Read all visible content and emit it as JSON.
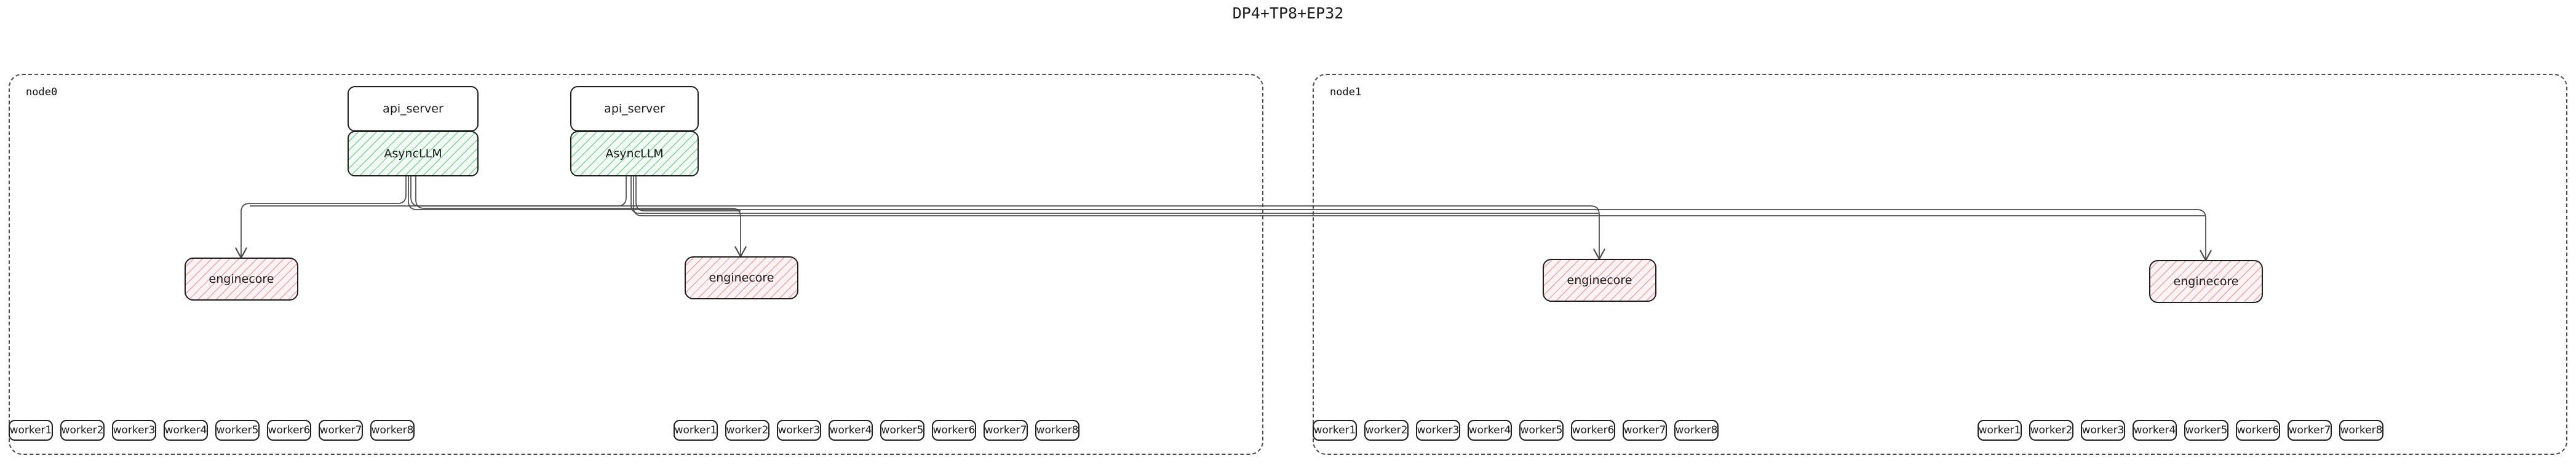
{
  "title": "DP4+TP8+EP32",
  "colors": {
    "asyncllm_fill": "#f2fbf4",
    "asyncllm_hatch": "#7fd09b",
    "enginecore_fill": "#fdf3f4",
    "enginecore_hatch": "#eda3a6",
    "box_stroke": "#1f1f1f",
    "cluster_stroke": "#4d4d4d",
    "edge_stroke": "#4a4a4a",
    "background": "#ffffff"
  },
  "clusters": [
    {
      "id": "node0",
      "label": "node0"
    },
    {
      "id": "node1",
      "label": "node1"
    }
  ],
  "api_servers": [
    {
      "id": "api0",
      "label": "api_server",
      "cluster": "node0"
    },
    {
      "id": "api1",
      "label": "api_server",
      "cluster": "node0"
    }
  ],
  "asyncllms": [
    {
      "id": "async0",
      "label": "AsyncLLM",
      "cluster": "node0"
    },
    {
      "id": "async1",
      "label": "AsyncLLM",
      "cluster": "node0"
    }
  ],
  "enginecores": [
    {
      "id": "ec0",
      "label": "enginecore",
      "cluster": "node0"
    },
    {
      "id": "ec1",
      "label": "enginecore",
      "cluster": "node0"
    },
    {
      "id": "ec2",
      "label": "enginecore",
      "cluster": "node1"
    },
    {
      "id": "ec3",
      "label": "enginecore",
      "cluster": "node1"
    }
  ],
  "worker_groups": [
    {
      "id": "wg0",
      "cluster": "node0",
      "engine": "ec0",
      "workers": [
        "worker1",
        "worker2",
        "worker3",
        "worker4",
        "worker5",
        "worker6",
        "worker7",
        "worker8"
      ]
    },
    {
      "id": "wg1",
      "cluster": "node0",
      "engine": "ec1",
      "workers": [
        "worker1",
        "worker2",
        "worker3",
        "worker4",
        "worker5",
        "worker6",
        "worker7",
        "worker8"
      ]
    },
    {
      "id": "wg2",
      "cluster": "node1",
      "engine": "ec2",
      "workers": [
        "worker1",
        "worker2",
        "worker3",
        "worker4",
        "worker5",
        "worker6",
        "worker7",
        "worker8"
      ]
    },
    {
      "id": "wg3",
      "cluster": "node1",
      "engine": "ec3",
      "workers": [
        "worker1",
        "worker2",
        "worker3",
        "worker4",
        "worker5",
        "worker6",
        "worker7",
        "worker8"
      ]
    }
  ],
  "edges": [
    {
      "from": "async0",
      "to": "ec0"
    },
    {
      "from": "async0",
      "to": "ec1"
    },
    {
      "from": "async0",
      "to": "ec2"
    },
    {
      "from": "async0",
      "to": "ec3"
    },
    {
      "from": "async1",
      "to": "ec0"
    },
    {
      "from": "async1",
      "to": "ec1"
    },
    {
      "from": "async1",
      "to": "ec2"
    },
    {
      "from": "async1",
      "to": "ec3"
    }
  ]
}
